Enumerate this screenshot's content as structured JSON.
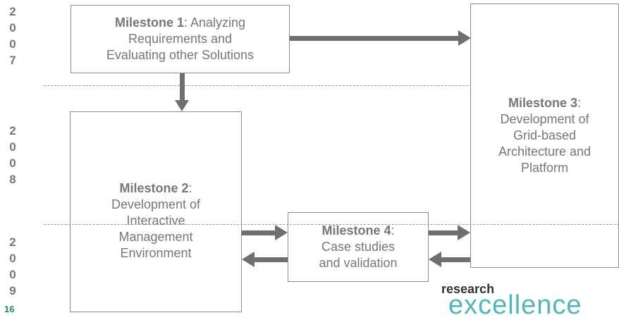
{
  "years": [
    {
      "id": "2007",
      "digits": [
        "2",
        "0",
        "0",
        "7"
      ]
    },
    {
      "id": "2008",
      "digits": [
        "2",
        "0",
        "0",
        "8"
      ]
    },
    {
      "id": "2009",
      "digits": [
        "2",
        "0",
        "0",
        "9"
      ]
    }
  ],
  "milestones": [
    {
      "id": "m1",
      "title": "Milestone 1",
      "lines": [
        ": Analyzing",
        "Requirements and",
        "Evaluating other Solutions"
      ]
    },
    {
      "id": "m2",
      "title": "Milestone 2",
      "lines": [
        ":",
        "Development of",
        "Interactive",
        "Management",
        "Environment"
      ]
    },
    {
      "id": "m3",
      "title": "Milestone 3",
      "lines": [
        ":",
        "Development of",
        "Grid-based",
        "Architecture and",
        "Platform"
      ]
    },
    {
      "id": "m4",
      "title": "Milestone 4",
      "lines": [
        ":",
        "Case studies",
        "and validation"
      ]
    }
  ],
  "footer": {
    "slide_number": "16",
    "logo_top": "research",
    "logo_main": "excellence"
  },
  "colors": {
    "arrow": "#6f6f6f",
    "box_border": "#8c8c8c",
    "text": "#777777",
    "logo": "#4fb8b8"
  }
}
